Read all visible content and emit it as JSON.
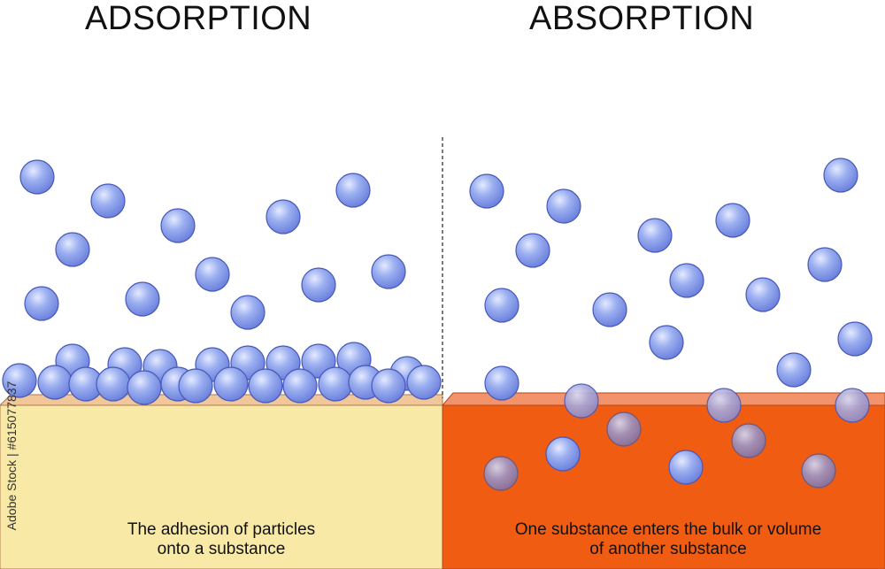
{
  "titles": {
    "left": "ADSORPTION",
    "right": "ABSORPTION"
  },
  "captions": {
    "left": [
      "The adhesion of particles",
      "onto a substance"
    ],
    "right": [
      "One substance enters the bulk or volume",
      "of another substance"
    ]
  },
  "watermark_id": "Adobe Stock | #615077837",
  "colors": {
    "particle": "#8ea2ec",
    "particle_dark": "#4858b8",
    "adsorbent_front": "#f8eaa6",
    "adsorbent_top": "#f1c79a",
    "absorbent_front": "#ef5c12",
    "absorbent_top": "#f3936b",
    "absorbed_particle": "#a88ab0"
  }
}
